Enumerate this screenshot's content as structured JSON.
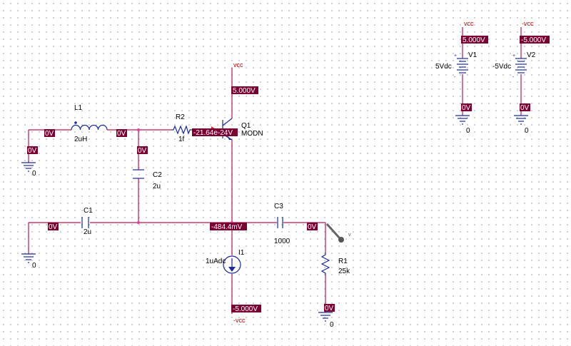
{
  "colors": {
    "wire": "#c0164a",
    "part": "#1a2a9c",
    "bias_bg": "#7a0031",
    "net_label": "#cc0000"
  },
  "components": {
    "l1": {
      "ref": "L1",
      "value": "2uH"
    },
    "r2": {
      "ref": "R2",
      "value": "1f"
    },
    "q1": {
      "ref": "Q1",
      "model": "MODN"
    },
    "c2": {
      "ref": "C2",
      "value": "2u"
    },
    "c1": {
      "ref": "C1",
      "value": "2u"
    },
    "c3": {
      "ref": "C3",
      "value": "1000"
    },
    "i1": {
      "ref": "I1",
      "value": "1uAdc"
    },
    "r1": {
      "ref": "R1",
      "value": "25k"
    },
    "v1": {
      "ref": "V1",
      "value": "5Vdc"
    },
    "v2": {
      "ref": "V2",
      "value": "-5Vdc"
    }
  },
  "nets": {
    "vcc": "vcc",
    "vee": "-vcc",
    "ground": "0",
    "probe": "v"
  },
  "bias": {
    "vcc_top": "5.000V",
    "q1_base": "-21.64e-24V",
    "emitter": "-484.4mV",
    "vee_bottom": "-5.000V",
    "l1_left": "0V",
    "l1_right": "0V",
    "gnd_left": "0V",
    "c2_top": "0V",
    "c1_left": "0V",
    "c3_right": "0V",
    "r1_bottom": "0V",
    "v1_top": "5.000V",
    "v1_bottom": "0V",
    "v2_top": "-5.000V",
    "v2_bottom": "0V"
  }
}
